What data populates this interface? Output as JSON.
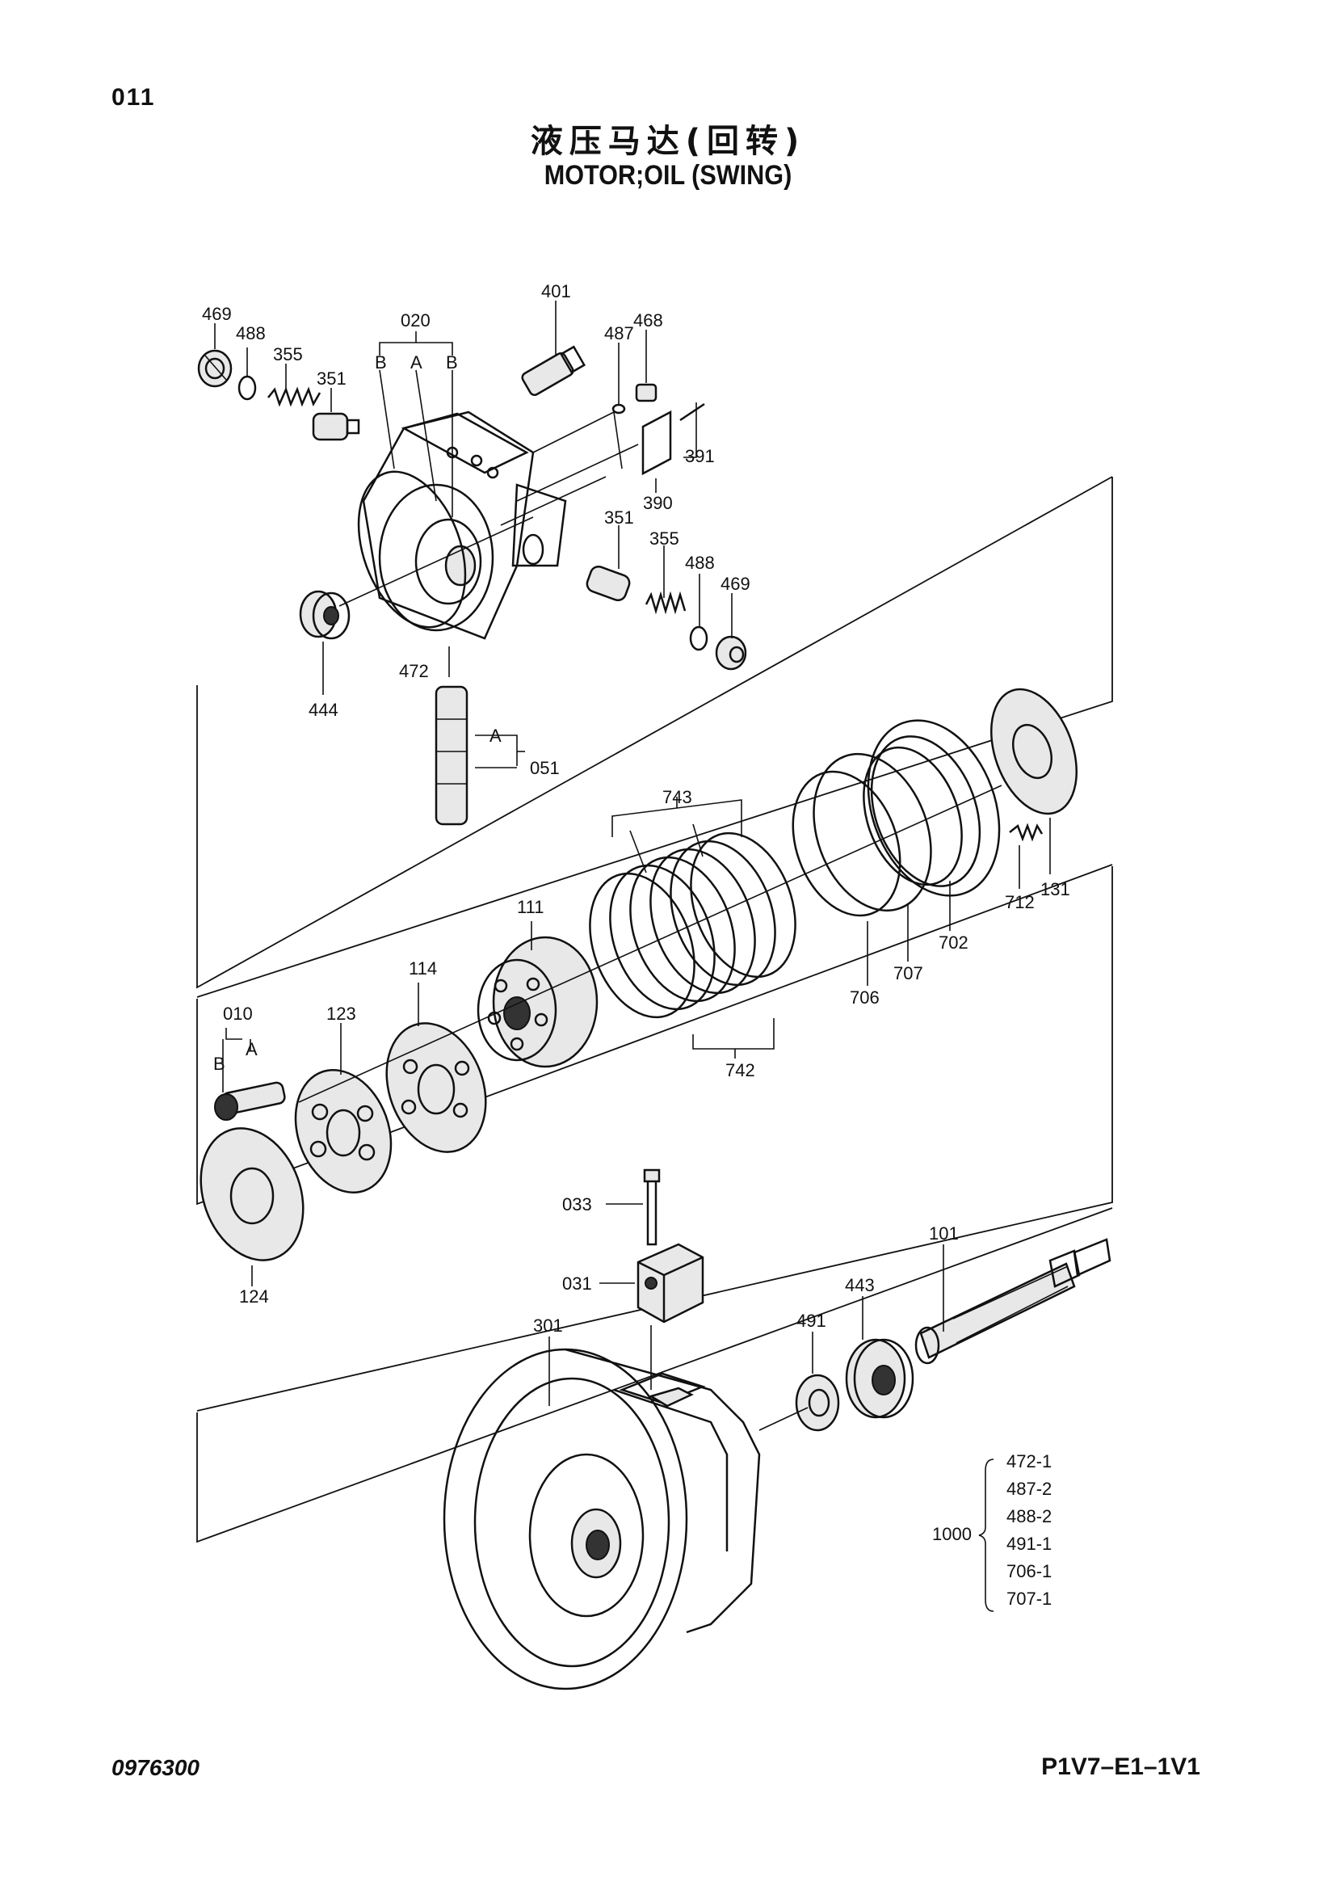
{
  "page_number": "011",
  "title_cn": "液压马达(回转)",
  "title_en": "MOTOR;OIL (SWING)",
  "doc_number": "0976300",
  "model_code": "P1V7–E1–1V1",
  "callouts": {
    "p469a": "469",
    "p488a": "488",
    "p355a": "355",
    "p351a": "351",
    "p020": "020",
    "p020_B1": "B",
    "p020_A": "A",
    "p020_B2": "B",
    "p401": "401",
    "p487": "487",
    "p468": "468",
    "p391": "391",
    "p390": "390",
    "p351b": "351",
    "p355b": "355",
    "p488b": "488",
    "p469b": "469",
    "p444": "444",
    "p472": "472",
    "p051": "051",
    "p051_A": "A",
    "p743": "743",
    "p111": "111",
    "p114": "114",
    "p742": "742",
    "p706": "706",
    "p707": "707",
    "p702": "702",
    "p712": "712",
    "p131": "131",
    "p010": "010",
    "p010_A": "A",
    "p010_B": "B",
    "p123": "123",
    "p124": "124",
    "p033": "033",
    "p031": "031",
    "p101": "101",
    "p443": "443",
    "p491": "491",
    "p301": "301"
  },
  "kit": {
    "label": "1000",
    "items": [
      "472-1",
      "487-2",
      "488-2",
      "491-1",
      "706-1",
      "707-1"
    ]
  }
}
